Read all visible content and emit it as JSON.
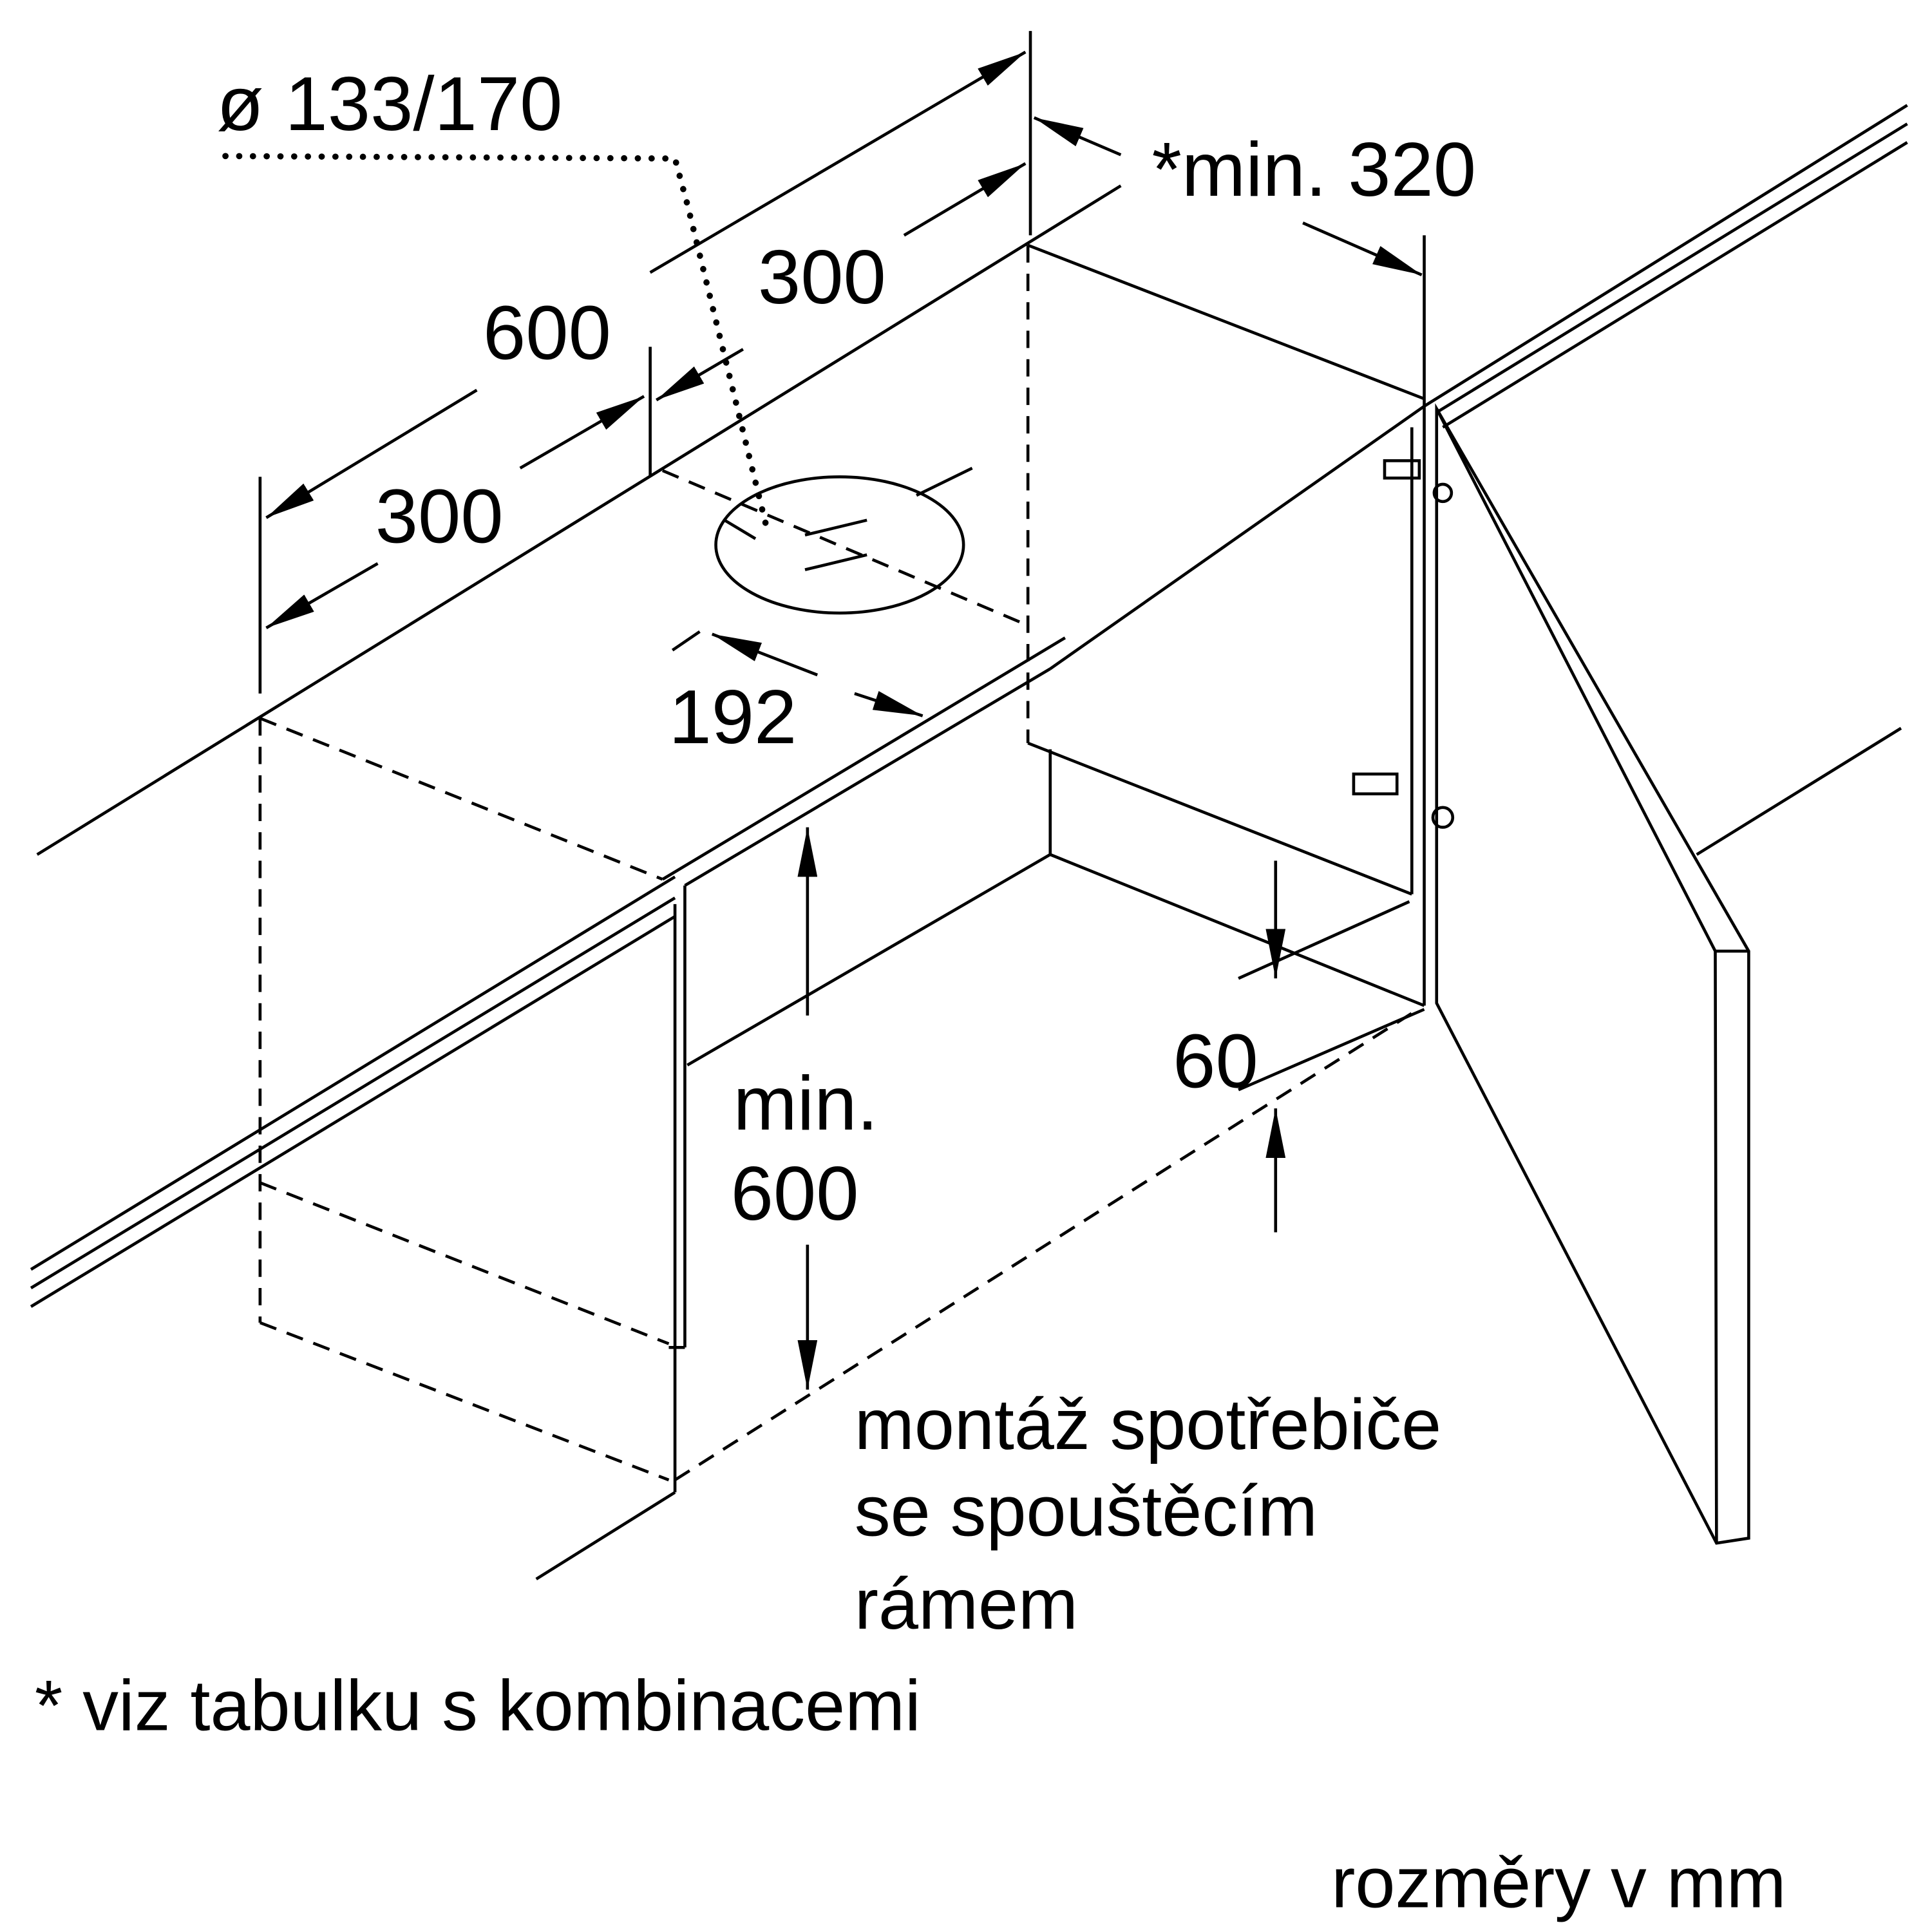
{
  "labels": {
    "duct_diameter": "ø 133/170",
    "min_320": "*min. 320",
    "dim_300_top": "300",
    "dim_600": "600",
    "dim_300_left": "300",
    "dim_192": "192",
    "min_label": "min.",
    "min_600": "600",
    "dim_60": "60",
    "note_line1": "montáž spotřebiče",
    "note_line2": "se spouštěcím",
    "note_line3": "rámem",
    "footnote": "* viz tabulku s kombinacemi",
    "units": "rozměry v mm"
  }
}
